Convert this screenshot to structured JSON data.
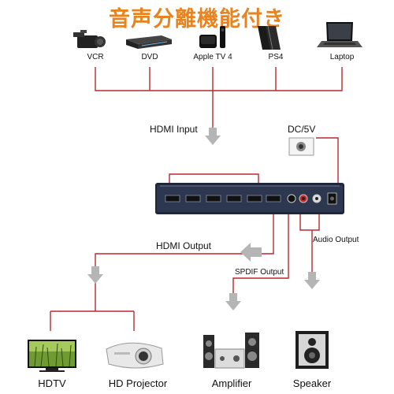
{
  "title": "音声分離機能付き",
  "sources": [
    {
      "label": "VCR",
      "icon": "camcorder-icon"
    },
    {
      "label": "DVD",
      "icon": "dvd-player-icon"
    },
    {
      "label": "Apple TV 4",
      "icon": "apple-tv-icon"
    },
    {
      "label": "PS4",
      "icon": "ps4-console-icon"
    },
    {
      "label": "Laptop",
      "icon": "laptop-icon"
    }
  ],
  "connections": {
    "hdmi_input": "HDMI Input",
    "power": "DC/5V",
    "hdmi_output": "HDMI Output",
    "spdif_output": "SPDIF Output",
    "audio_output": "Audio Output"
  },
  "outputs": [
    {
      "label": "HDTV",
      "icon": "hdtv-icon"
    },
    {
      "label": "HD Projector",
      "icon": "projector-icon"
    },
    {
      "label": "Amplifier",
      "icon": "amplifier-icon"
    },
    {
      "label": "Speaker",
      "icon": "speaker-icon"
    }
  ],
  "colors": {
    "title": "#e8841f",
    "lines": "#b8292f",
    "arrows": "#b5b5b5",
    "device_body": "#1e2738"
  }
}
